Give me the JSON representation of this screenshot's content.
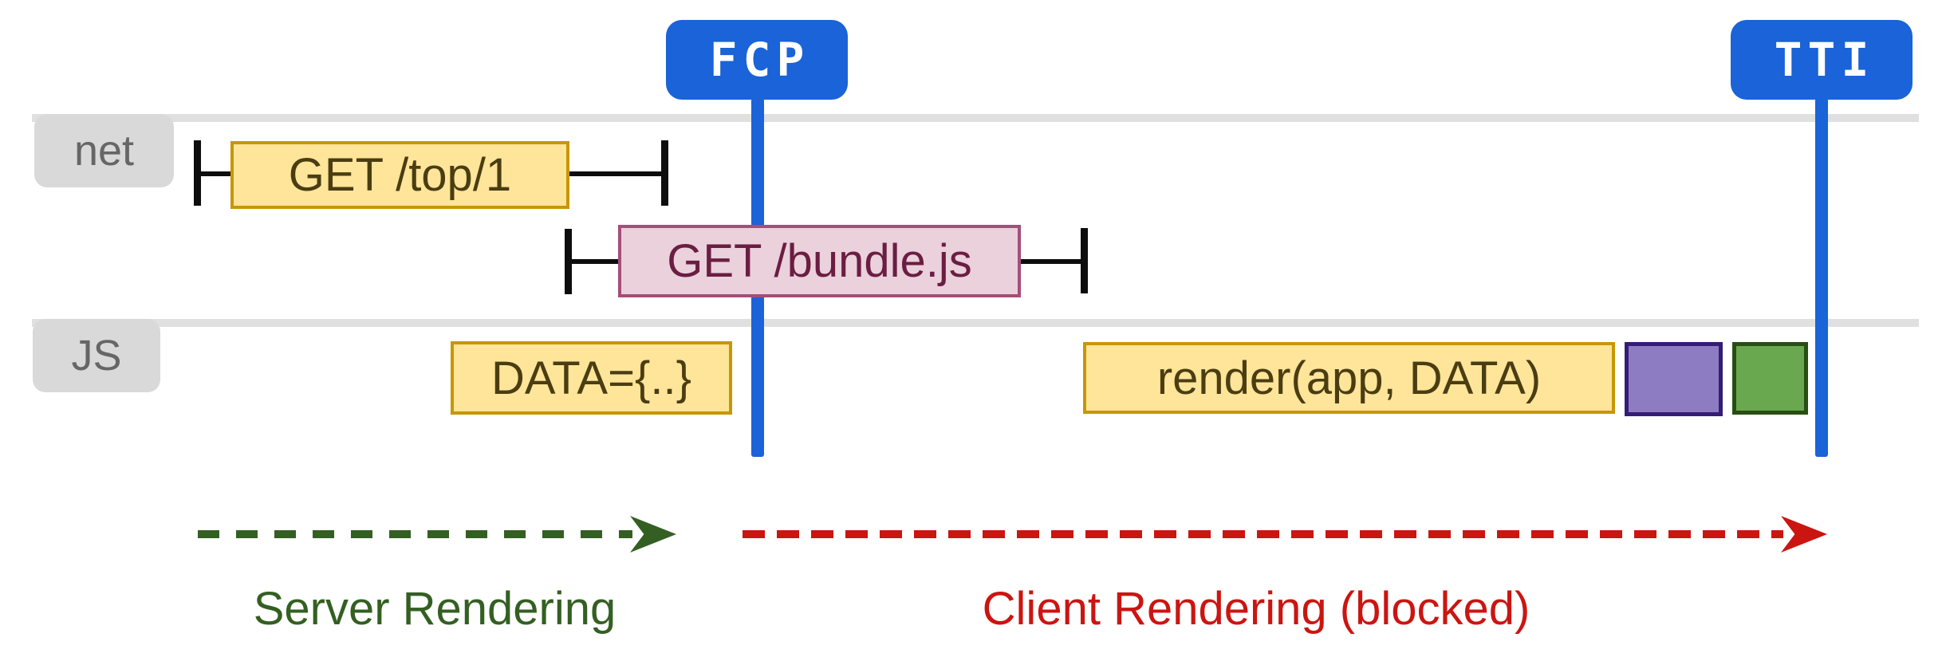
{
  "markers": {
    "fcp": {
      "label": "FCP"
    },
    "tti": {
      "label": "TTI"
    }
  },
  "tracks": {
    "net": {
      "label": "net"
    },
    "js": {
      "label": "JS"
    }
  },
  "net_requests": {
    "top": {
      "label": "GET /top/1"
    },
    "bundle": {
      "label": "GET /bundle.js"
    }
  },
  "js_tasks": {
    "data": {
      "label": "DATA={..}"
    },
    "render": {
      "label": "render(app, DATA)"
    }
  },
  "phases": {
    "server": {
      "label": "Server Rendering"
    },
    "client": {
      "label": "Client Rendering (blocked)"
    }
  },
  "colors": {
    "marker_blue": "#1a63d8",
    "track_gray": "#e0e0e0",
    "label_bg": "#d9d9d9",
    "label_text": "#666666",
    "tick_black": "#0d0d0d",
    "yellow_fill": "#ffe599",
    "yellow_border": "#c69706",
    "yellow_text": "#4a3d12",
    "pink_fill": "#ead1dc",
    "pink_border": "#a64d79",
    "pink_text": "#6b1d42",
    "purple_fill": "#8e7cc3",
    "purple_border": "#351c75",
    "green_fill": "#6aa84f",
    "green_border": "#274e13",
    "server_green": "#345f22",
    "client_red": "#cb1511"
  }
}
